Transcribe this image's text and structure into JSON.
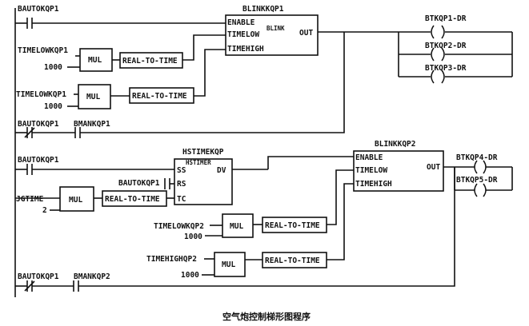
{
  "caption": "空气炮控制梯形图程序",
  "rung1": {
    "contact_bautokqp1": "BAUTOKQP1",
    "block": {
      "name": "BLINKKQP1",
      "inner": "BLINK",
      "enable": "ENABLE",
      "timelow": "TIMELOW",
      "timehigh": "TIMEHIGH",
      "out": "OUT"
    },
    "mul1": {
      "input": "TIMELOWKQP1",
      "const": "1000",
      "op": "MUL",
      "conv": "REAL-TO-TIME"
    },
    "mul2": {
      "input": "TIMELOWKQP1",
      "const": "1000",
      "op": "MUL",
      "conv": "REAL-TO-TIME"
    },
    "coils": [
      "BTKQP1-DR",
      "BTKQP2-DR",
      "BTKQP3-DR"
    ]
  },
  "rung2": {
    "contact_nc": "BAUTOKQP1",
    "contact_no": "BMANKQP1"
  },
  "rung3": {
    "contact_bautokqp1": "BAUTOKQP1",
    "timer": {
      "name": "HSTIMEKQP",
      "inner": "HSTIMER",
      "ss": "SS",
      "dv": "DV",
      "rs": "RS",
      "tc": "TC"
    },
    "rs_contact": "BAUTOKQP1",
    "mul": {
      "input": "JGTIME",
      "const": "2",
      "op": "MUL",
      "conv": "REAL-TO-TIME"
    },
    "block": {
      "name": "BLINKKQP2",
      "enable": "ENABLE",
      "timelow": "TIMELOW",
      "timehigh": "TIMEHIGH",
      "out": "OUT"
    },
    "mul_low": {
      "input": "TIMELOWKQP2",
      "const": "1000",
      "op": "MUL",
      "conv": "REAL-TO-TIME"
    },
    "mul_high": {
      "input": "TIMEHIGHQP2",
      "const": "1000",
      "op": "MUL",
      "conv": "REAL-TO-TIME"
    },
    "coils": [
      "BTKQP4-DR",
      "BTKQP5-DR"
    ]
  },
  "rung4": {
    "contact_nc": "BAUTOKQP1",
    "contact_no": "BMANKQP2"
  }
}
